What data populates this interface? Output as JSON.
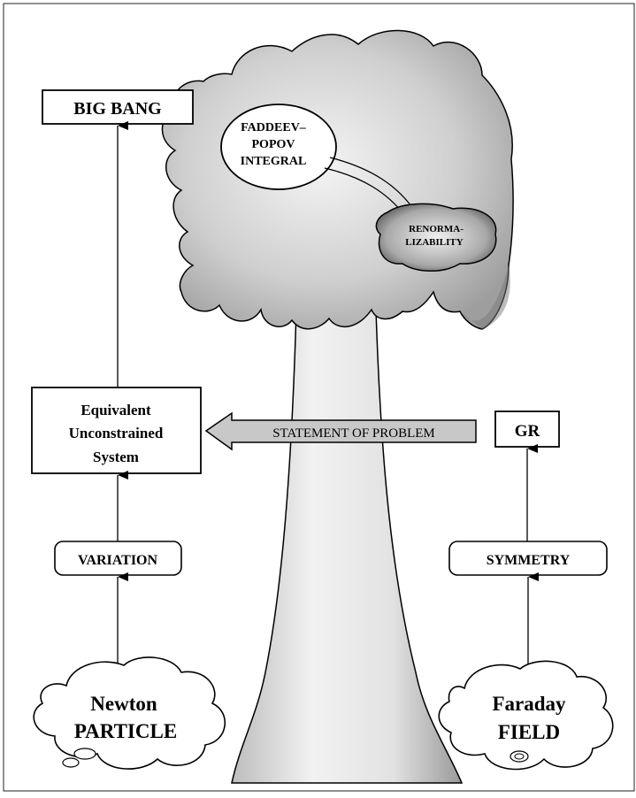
{
  "nodes": {
    "big_bang": "BIG BANG",
    "faddeev_line1": "FADDEEV–",
    "faddeev_line2": "POPOV",
    "faddeev_line3": "INTEGRAL",
    "renorm_line1": "RENORMA-",
    "renorm_line2": "LIZABILITY",
    "equivalent_line1": "Equivalent",
    "equivalent_line2": "Unconstrained",
    "equivalent_line3": "System",
    "statement": "STATEMENT OF PROBLEM",
    "gr": "GR",
    "variation": "VARIATION",
    "symmetry": "SYMMETRY",
    "newton_line1": "Newton",
    "newton_line2": "PARTICLE",
    "faraday_line1": "Faraday",
    "faraday_line2": "FIELD"
  },
  "colors": {
    "canopy": "#c4c4c4",
    "trunk": "#dcdcdc",
    "ink": "#000000",
    "paper": "#ffffff"
  }
}
